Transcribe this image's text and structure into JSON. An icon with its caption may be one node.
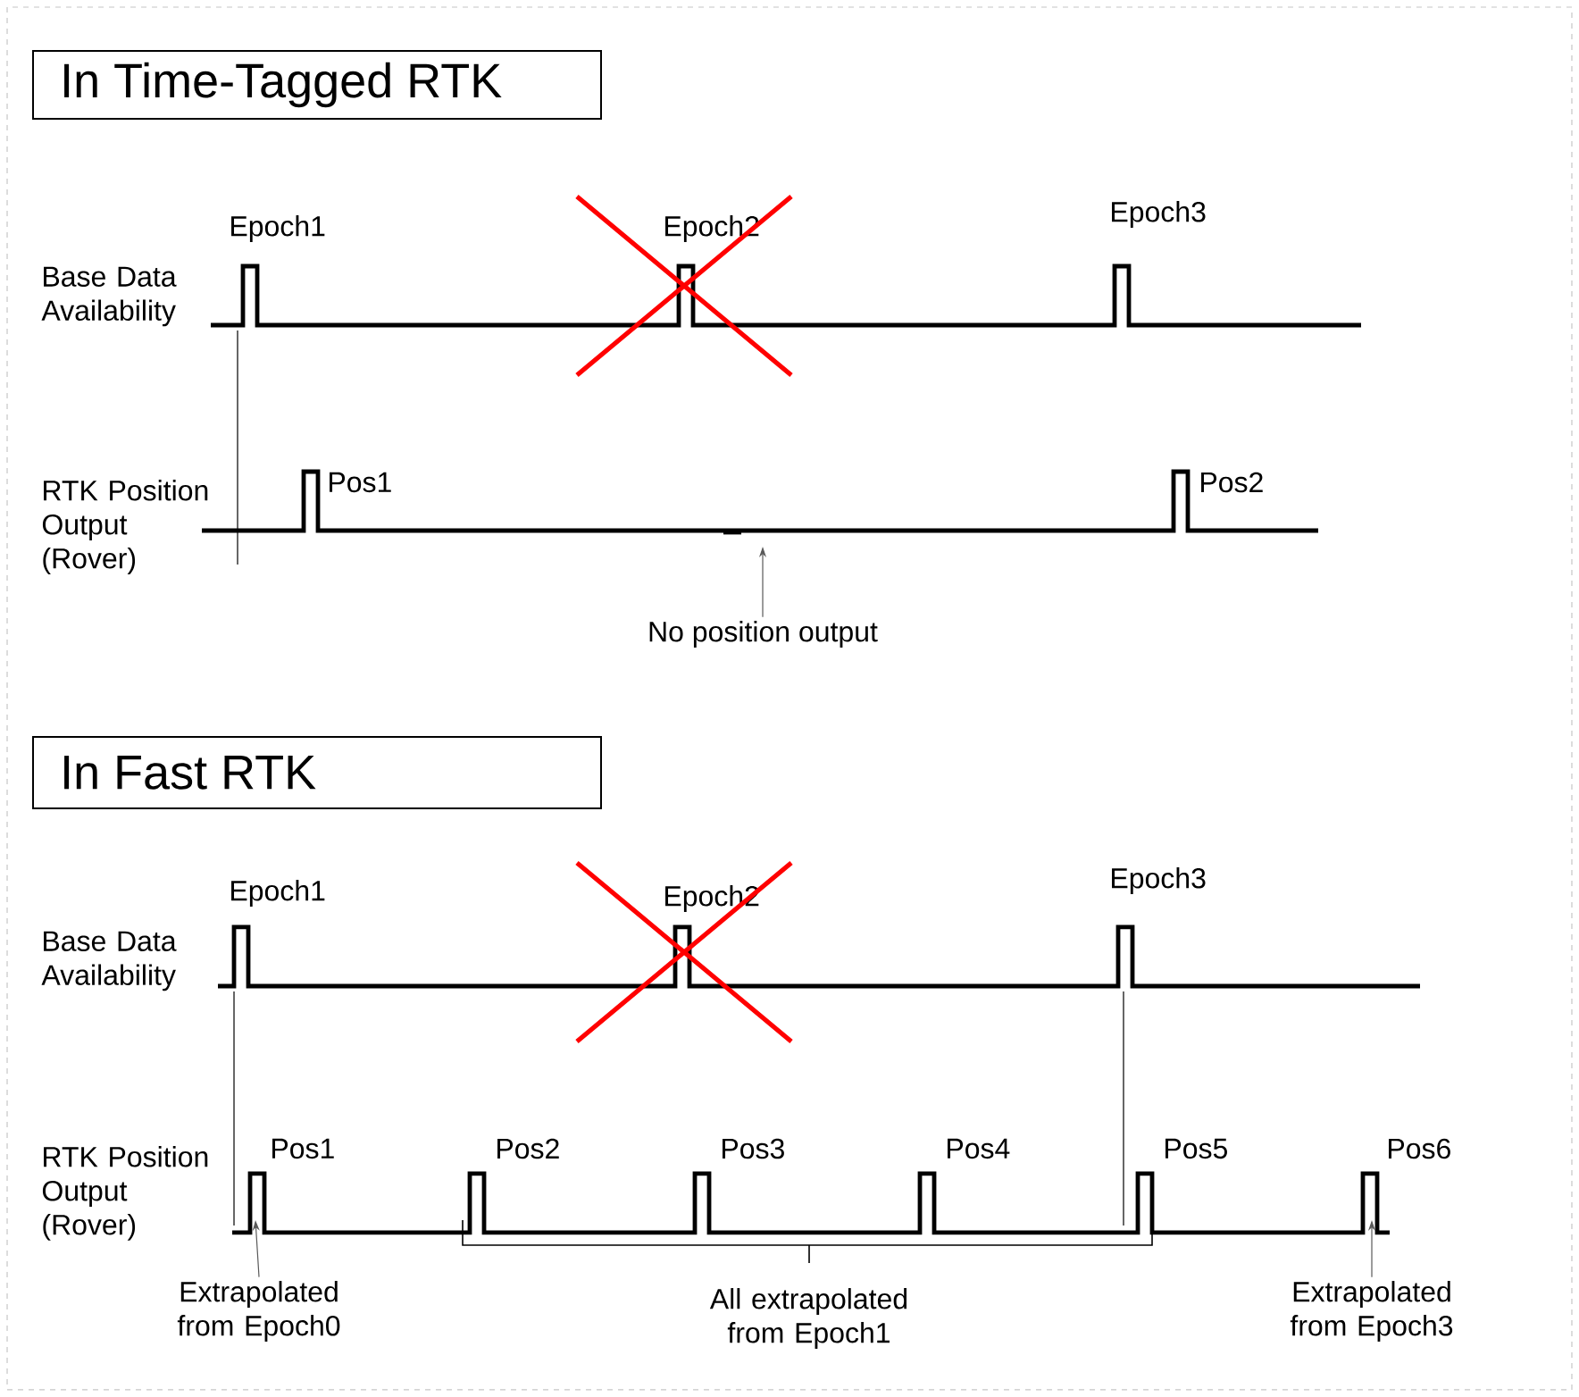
{
  "diagram": {
    "nodes": [
      {
        "text": [
          "In Time-Tagged RTK"
        ]
      },
      {
        "text": [
          "No position output"
        ]
      },
      {
        "text": [
          "In Fast RTK"
        ]
      },
      {
        "text": [
          "Extrapolated from Epoch0"
        ]
      },
      {
        "text": [
          "Extrapolated from Epoch3"
        ]
      }
    ],
    "edges": [
      {
        "from": 1,
        "to": null,
        "arrow": "to"
      },
      {
        "from": 3,
        "to": null,
        "arrow": "to"
      },
      {
        "from": 4,
        "to": null,
        "arrow": "to"
      }
    ],
    "labels": [
      "Epoch1",
      "Epoch2",
      "Epoch3",
      "Base Data Availability",
      "RTK Position Output (Rover)",
      "Pos1",
      "Pos2",
      "Epoch1",
      "Epoch2",
      "Epoch3",
      "Base Data Availability",
      "RTK Position Output (Rover)",
      "Pos1",
      "Pos2",
      "Pos3",
      "Pos4",
      "Pos5",
      "Pos6",
      "All extrapolated from Epoch1"
    ]
  }
}
